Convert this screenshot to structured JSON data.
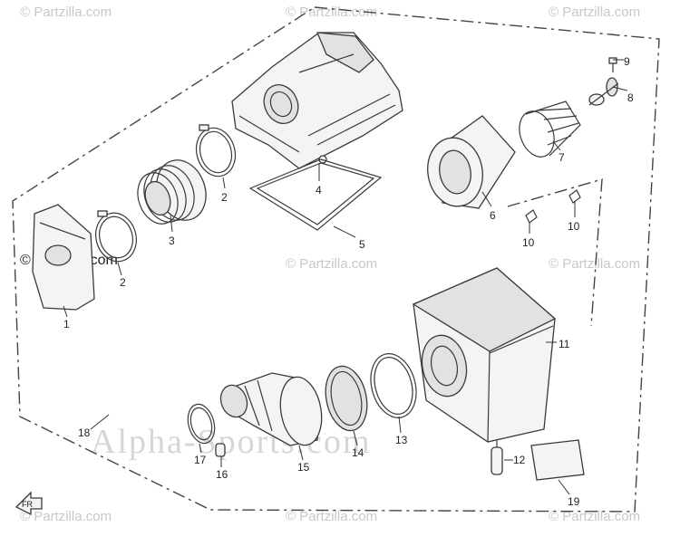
{
  "watermark": {
    "light": "© Partzilla.com",
    "dark": "© Partzilla.com",
    "alpha": "Alpha-Sports.com"
  },
  "callouts": {
    "c1": "1",
    "c2a": "2",
    "c2b": "2",
    "c3": "3",
    "c4": "4",
    "c5": "5",
    "c6": "6",
    "c7": "7",
    "c8": "8",
    "c9": "9",
    "c10a": "10",
    "c10b": "10",
    "c11": "11",
    "c12": "12",
    "c13": "13",
    "c14": "14",
    "c15": "15",
    "c16": "16",
    "c17": "17",
    "c18": "18",
    "c19": "19"
  },
  "front_arrow_label": "FR"
}
